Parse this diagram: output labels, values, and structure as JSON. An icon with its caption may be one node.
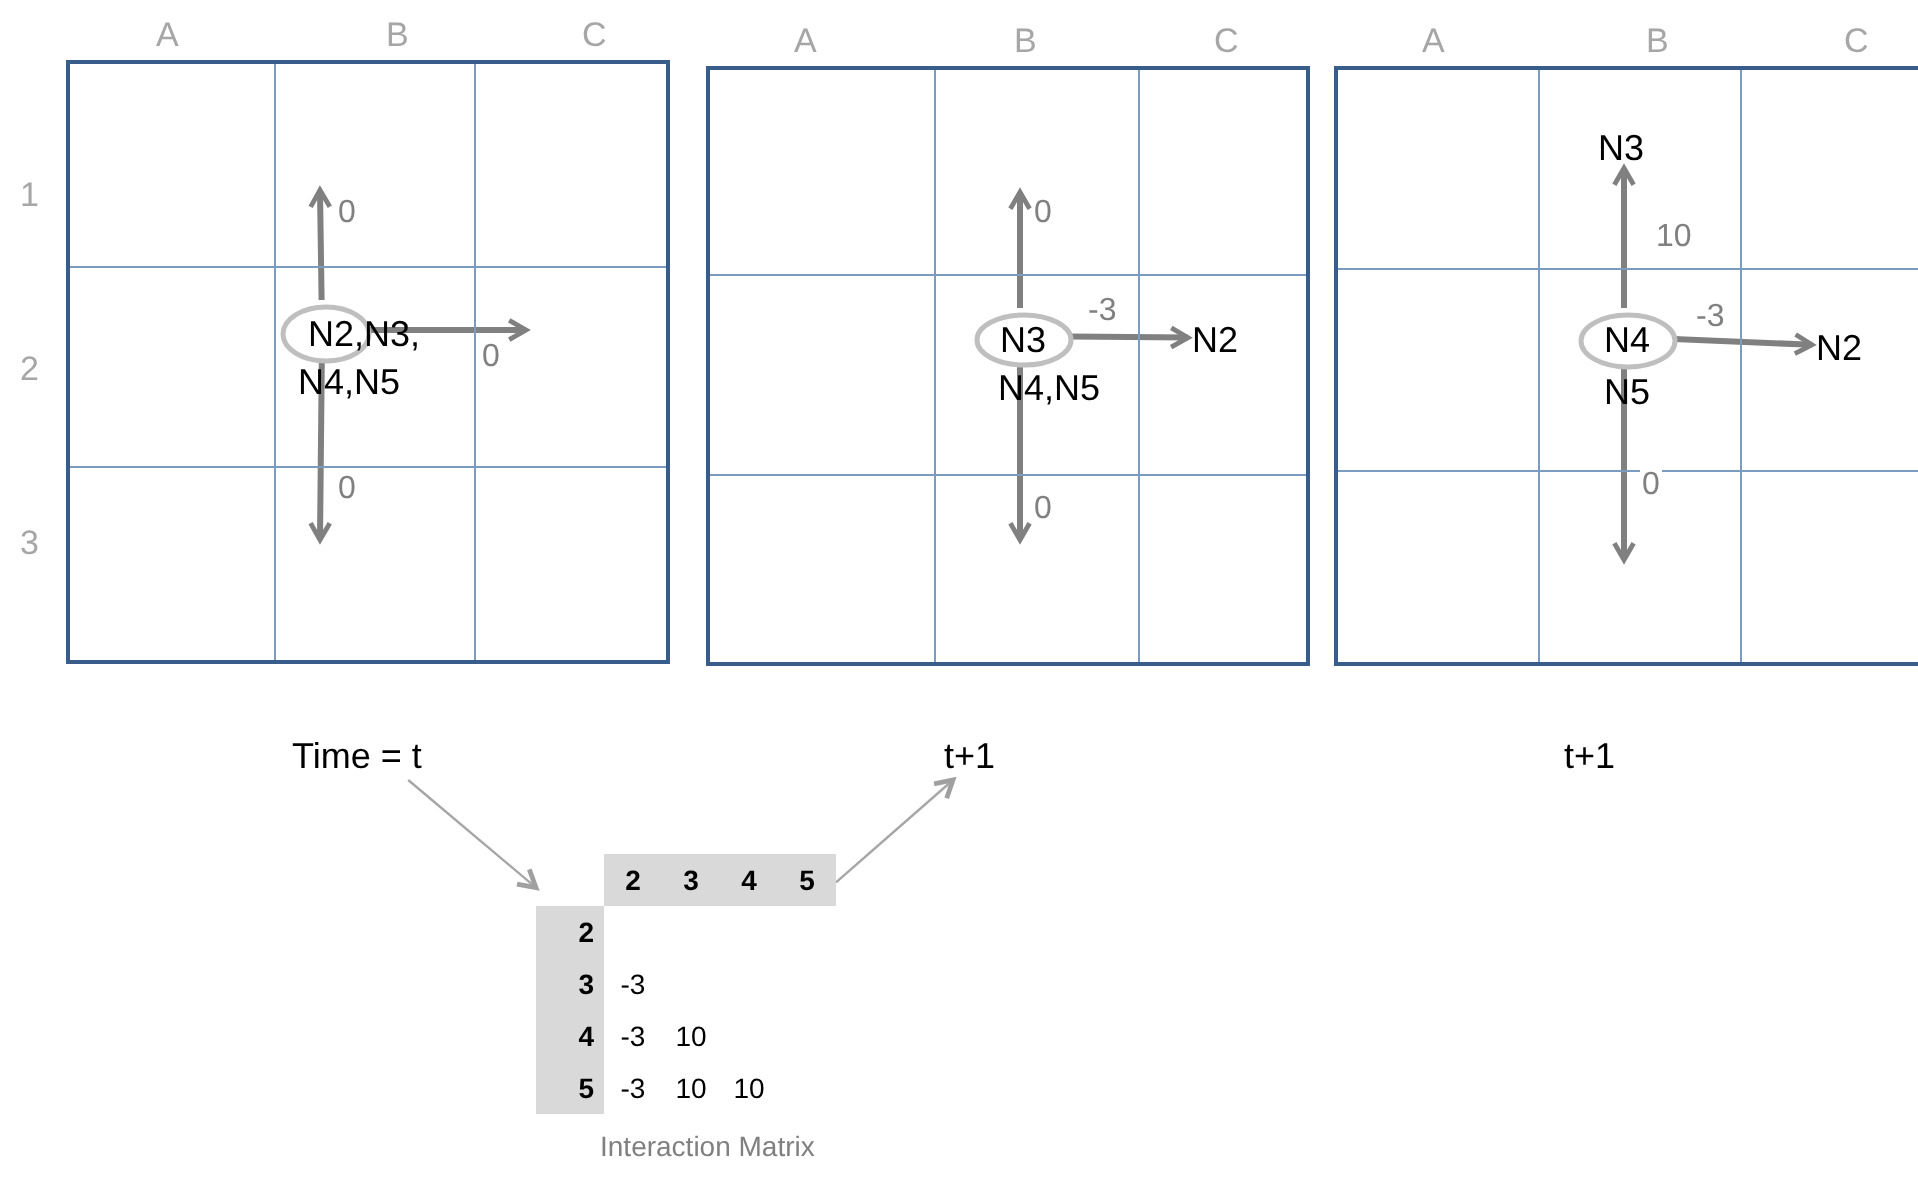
{
  "diagram": {
    "nodes": [
      {
        "text": [],
        "shape": "box"
      },
      {
        "text": [
          "N2,N3,",
          "N4,N5"
        ],
        "in": 0
      },
      {
        "text": [],
        "shape": "box"
      },
      {
        "text": [
          "N3",
          "N4,N5"
        ],
        "in": 2
      },
      {
        "text": [
          "N2"
        ],
        "in": 2
      },
      {
        "text": [],
        "shape": "box"
      },
      {
        "text": [
          "N3"
        ],
        "in": 5
      },
      {
        "text": [
          "N4",
          "N5"
        ],
        "in": 5
      },
      {
        "text": [
          "N2"
        ],
        "in": 5
      },
      {
        "text": [
          "Time = t"
        ]
      },
      {
        "text": [
          "2",
          "3",
          "4",
          "5",
          "2",
          "3",
          "-3",
          "4",
          "-3",
          "10",
          "5",
          "-3",
          "10",
          "10"
        ],
        "beside": [
          "Interaction Matrix"
        ]
      },
      {
        "text": [
          "t+1"
        ]
      }
    ],
    "edges": [
      {
        "from": 1,
        "to": null,
        "arrow": "to",
        "label": "0"
      },
      {
        "from": 1,
        "to": null,
        "arrow": "to",
        "label": "0"
      },
      {
        "from": 1,
        "to": null,
        "arrow": "to",
        "label": "0"
      },
      {
        "from": 3,
        "to": null,
        "arrow": "to",
        "label": "0"
      },
      {
        "from": 3,
        "to": 4,
        "arrow": "to",
        "label": "-3"
      },
      {
        "from": 3,
        "to": null,
        "arrow": "to",
        "label": "0"
      },
      {
        "from": 7,
        "to": 6,
        "arrow": "to",
        "label": "10"
      },
      {
        "from": 7,
        "to": 8,
        "arrow": "to",
        "label": "-3"
      },
      {
        "from": 7,
        "to": null,
        "arrow": "to",
        "label": "0"
      },
      {
        "from": 9,
        "to": 10,
        "arrow": "to",
        "color": "#a6a6a6"
      },
      {
        "from": 10,
        "to": 11,
        "arrow": "to",
        "color": "#a6a6a6"
      }
    ],
    "labels": [
      "A",
      "B",
      "C",
      "A",
      "B",
      "C",
      "A",
      "B",
      "C",
      "1",
      "2",
      "3",
      "t+1"
    ]
  }
}
